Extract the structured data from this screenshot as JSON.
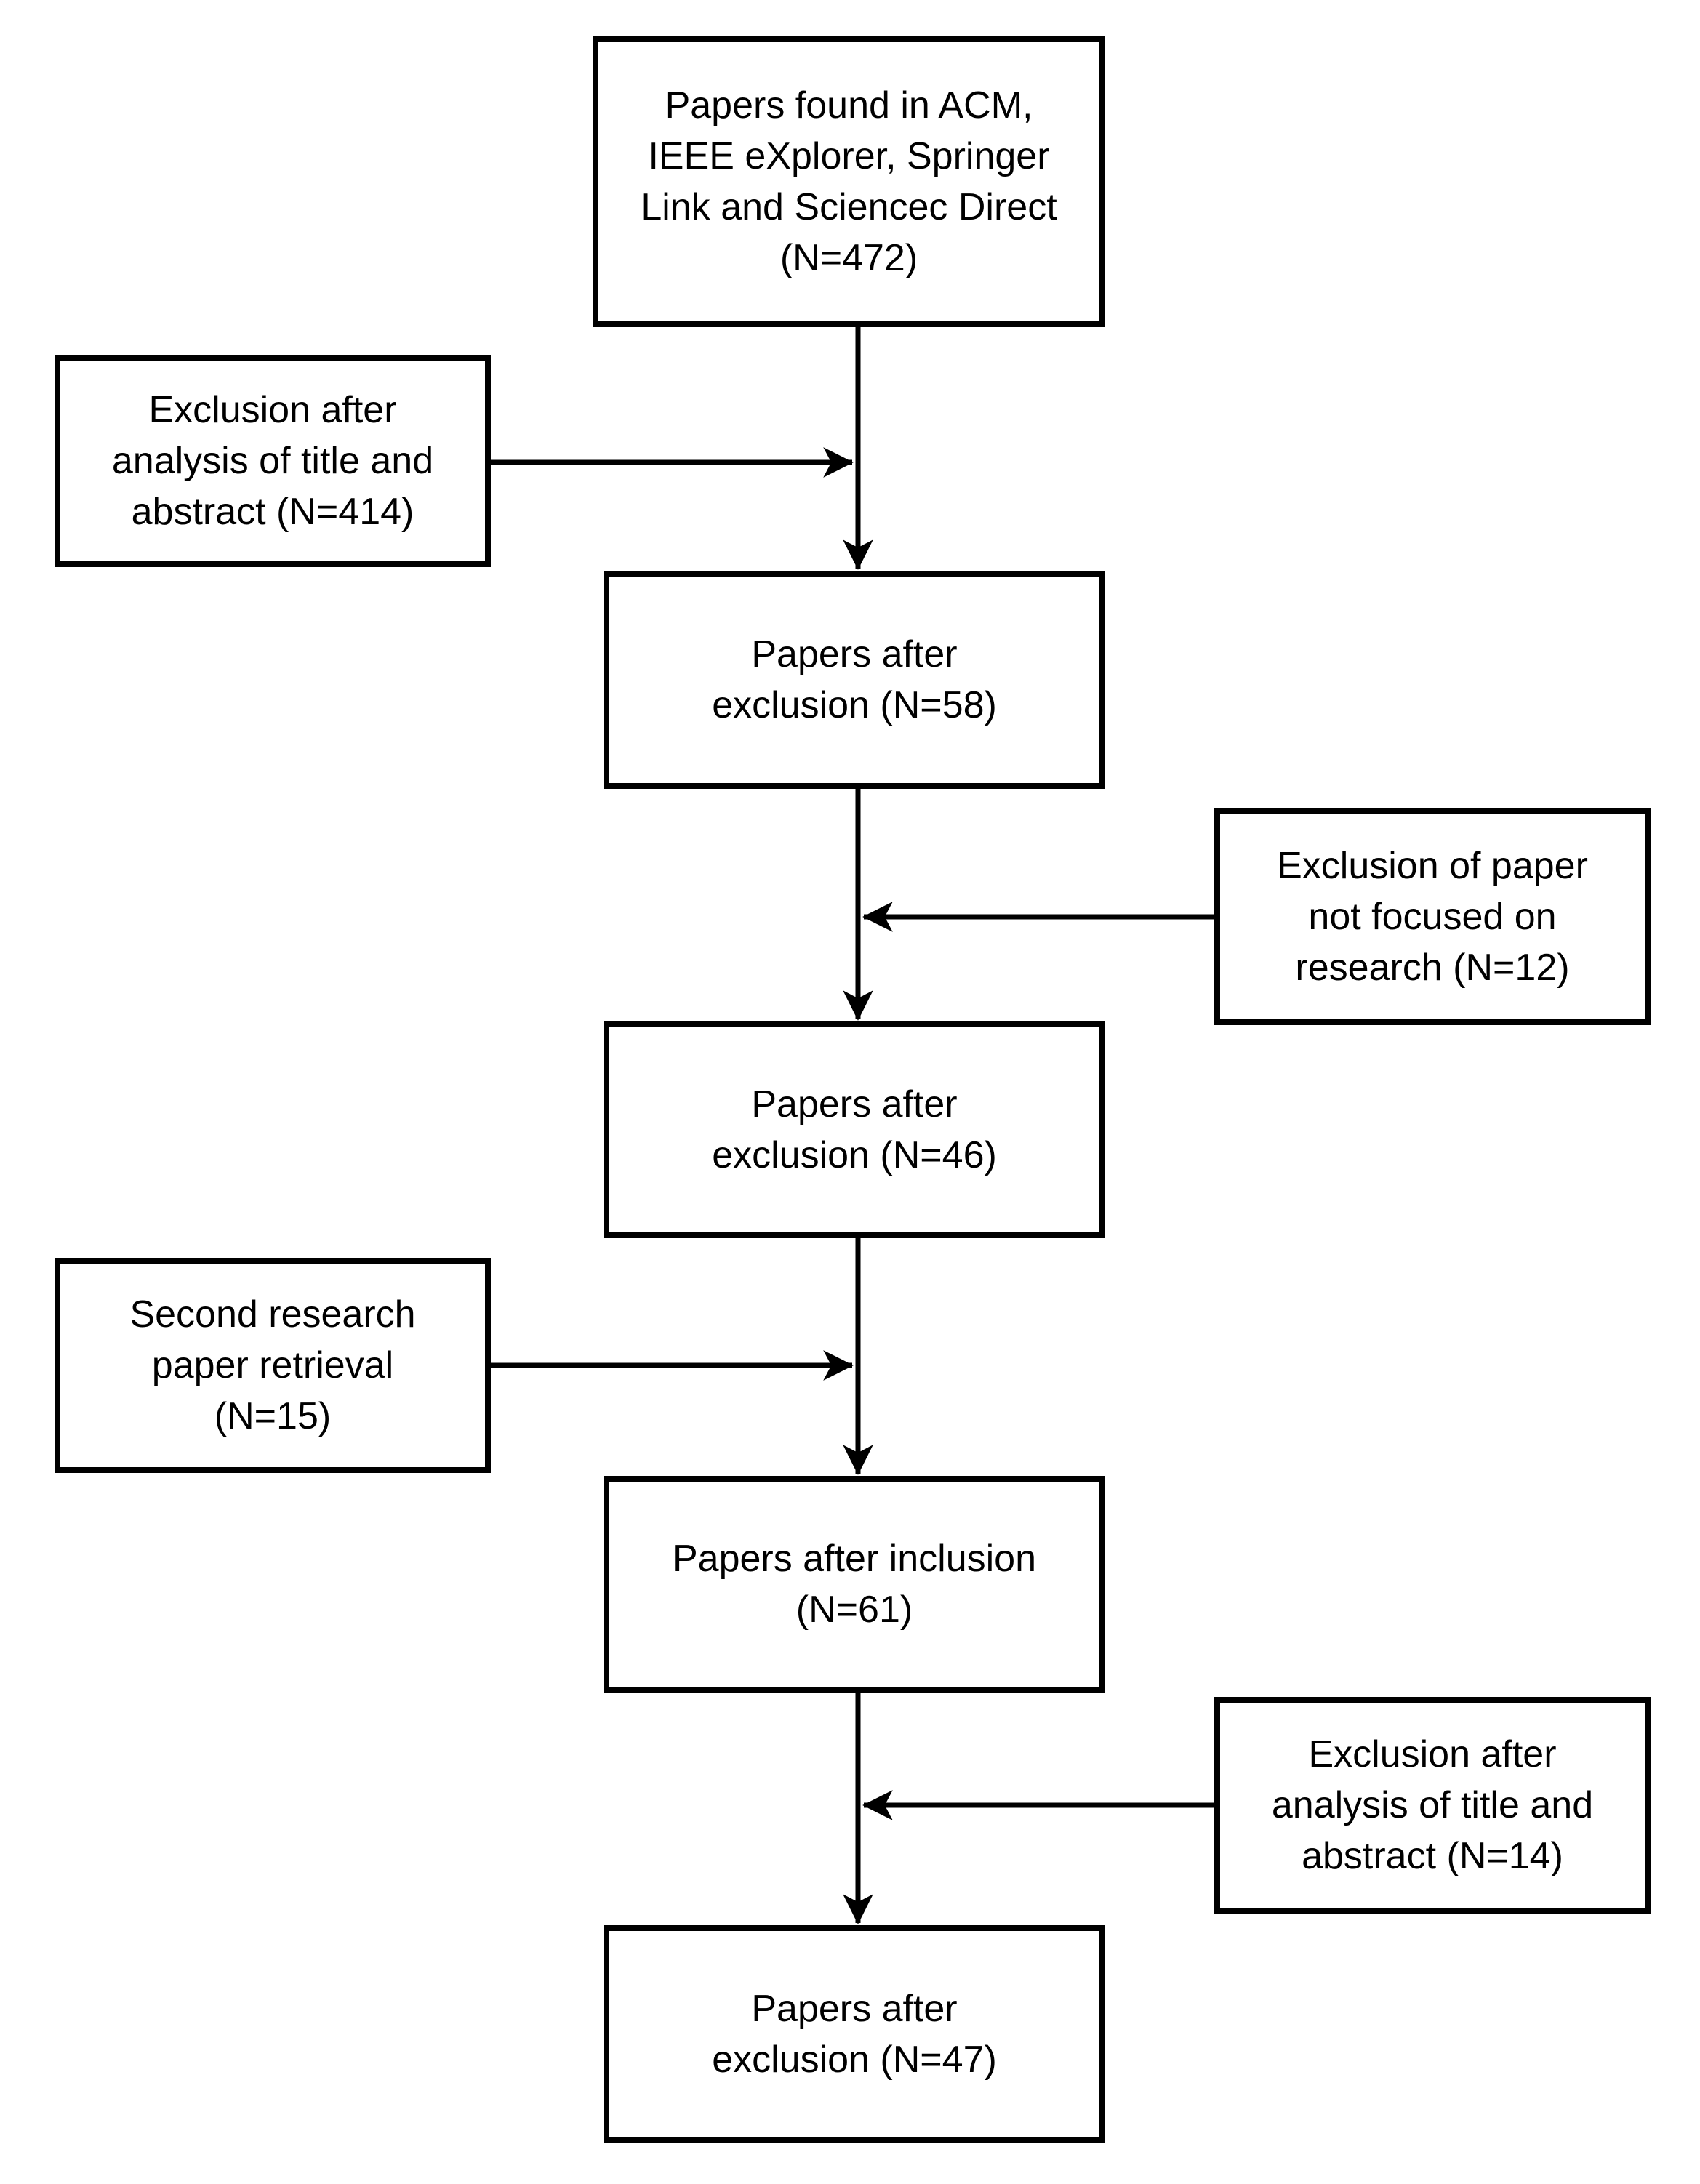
{
  "diagram": {
    "nodes": {
      "source": {
        "label": "Papers found in ACM,\nIEEE eXplorer, Springer\nLink and Sciencec Direct\n(N=472)",
        "n": 472
      },
      "exclusion_title_abstract_1": {
        "label": "Exclusion after\nanalysis of title and\nabstract (N=414)",
        "n": 414
      },
      "after_exclusion_58": {
        "label": "Papers after\nexclusion (N=58)",
        "n": 58
      },
      "exclusion_not_research": {
        "label": "Exclusion of paper\nnot focused on\nresearch (N=12)",
        "n": 12
      },
      "after_exclusion_46": {
        "label": "Papers after\nexclusion (N=46)",
        "n": 46
      },
      "second_retrieval": {
        "label": "Second research\npaper retrieval\n(N=15)",
        "n": 15
      },
      "after_inclusion_61": {
        "label": "Papers after inclusion\n(N=61)",
        "n": 61
      },
      "exclusion_title_abstract_2": {
        "label": "Exclusion after\nanalysis of title and\nabstract (N=14)",
        "n": 14
      },
      "after_exclusion_47": {
        "label": "Papers after\nexclusion (N=47)",
        "n": 47
      }
    },
    "edges": [
      {
        "from": "source",
        "to": "after_exclusion_58",
        "direction": "down"
      },
      {
        "from": "exclusion_title_abstract_1",
        "to": "main_flow",
        "direction": "right"
      },
      {
        "from": "after_exclusion_58",
        "to": "after_exclusion_46",
        "direction": "down"
      },
      {
        "from": "exclusion_not_research",
        "to": "main_flow",
        "direction": "left"
      },
      {
        "from": "after_exclusion_46",
        "to": "after_inclusion_61",
        "direction": "down"
      },
      {
        "from": "second_retrieval",
        "to": "main_flow",
        "direction": "right"
      },
      {
        "from": "after_inclusion_61",
        "to": "after_exclusion_47",
        "direction": "down"
      },
      {
        "from": "exclusion_title_abstract_2",
        "to": "main_flow",
        "direction": "left"
      }
    ],
    "colors": {
      "line": "#000000",
      "box_border": "#000000",
      "box_fill": "#ffffff",
      "background": "#ffffff"
    }
  }
}
